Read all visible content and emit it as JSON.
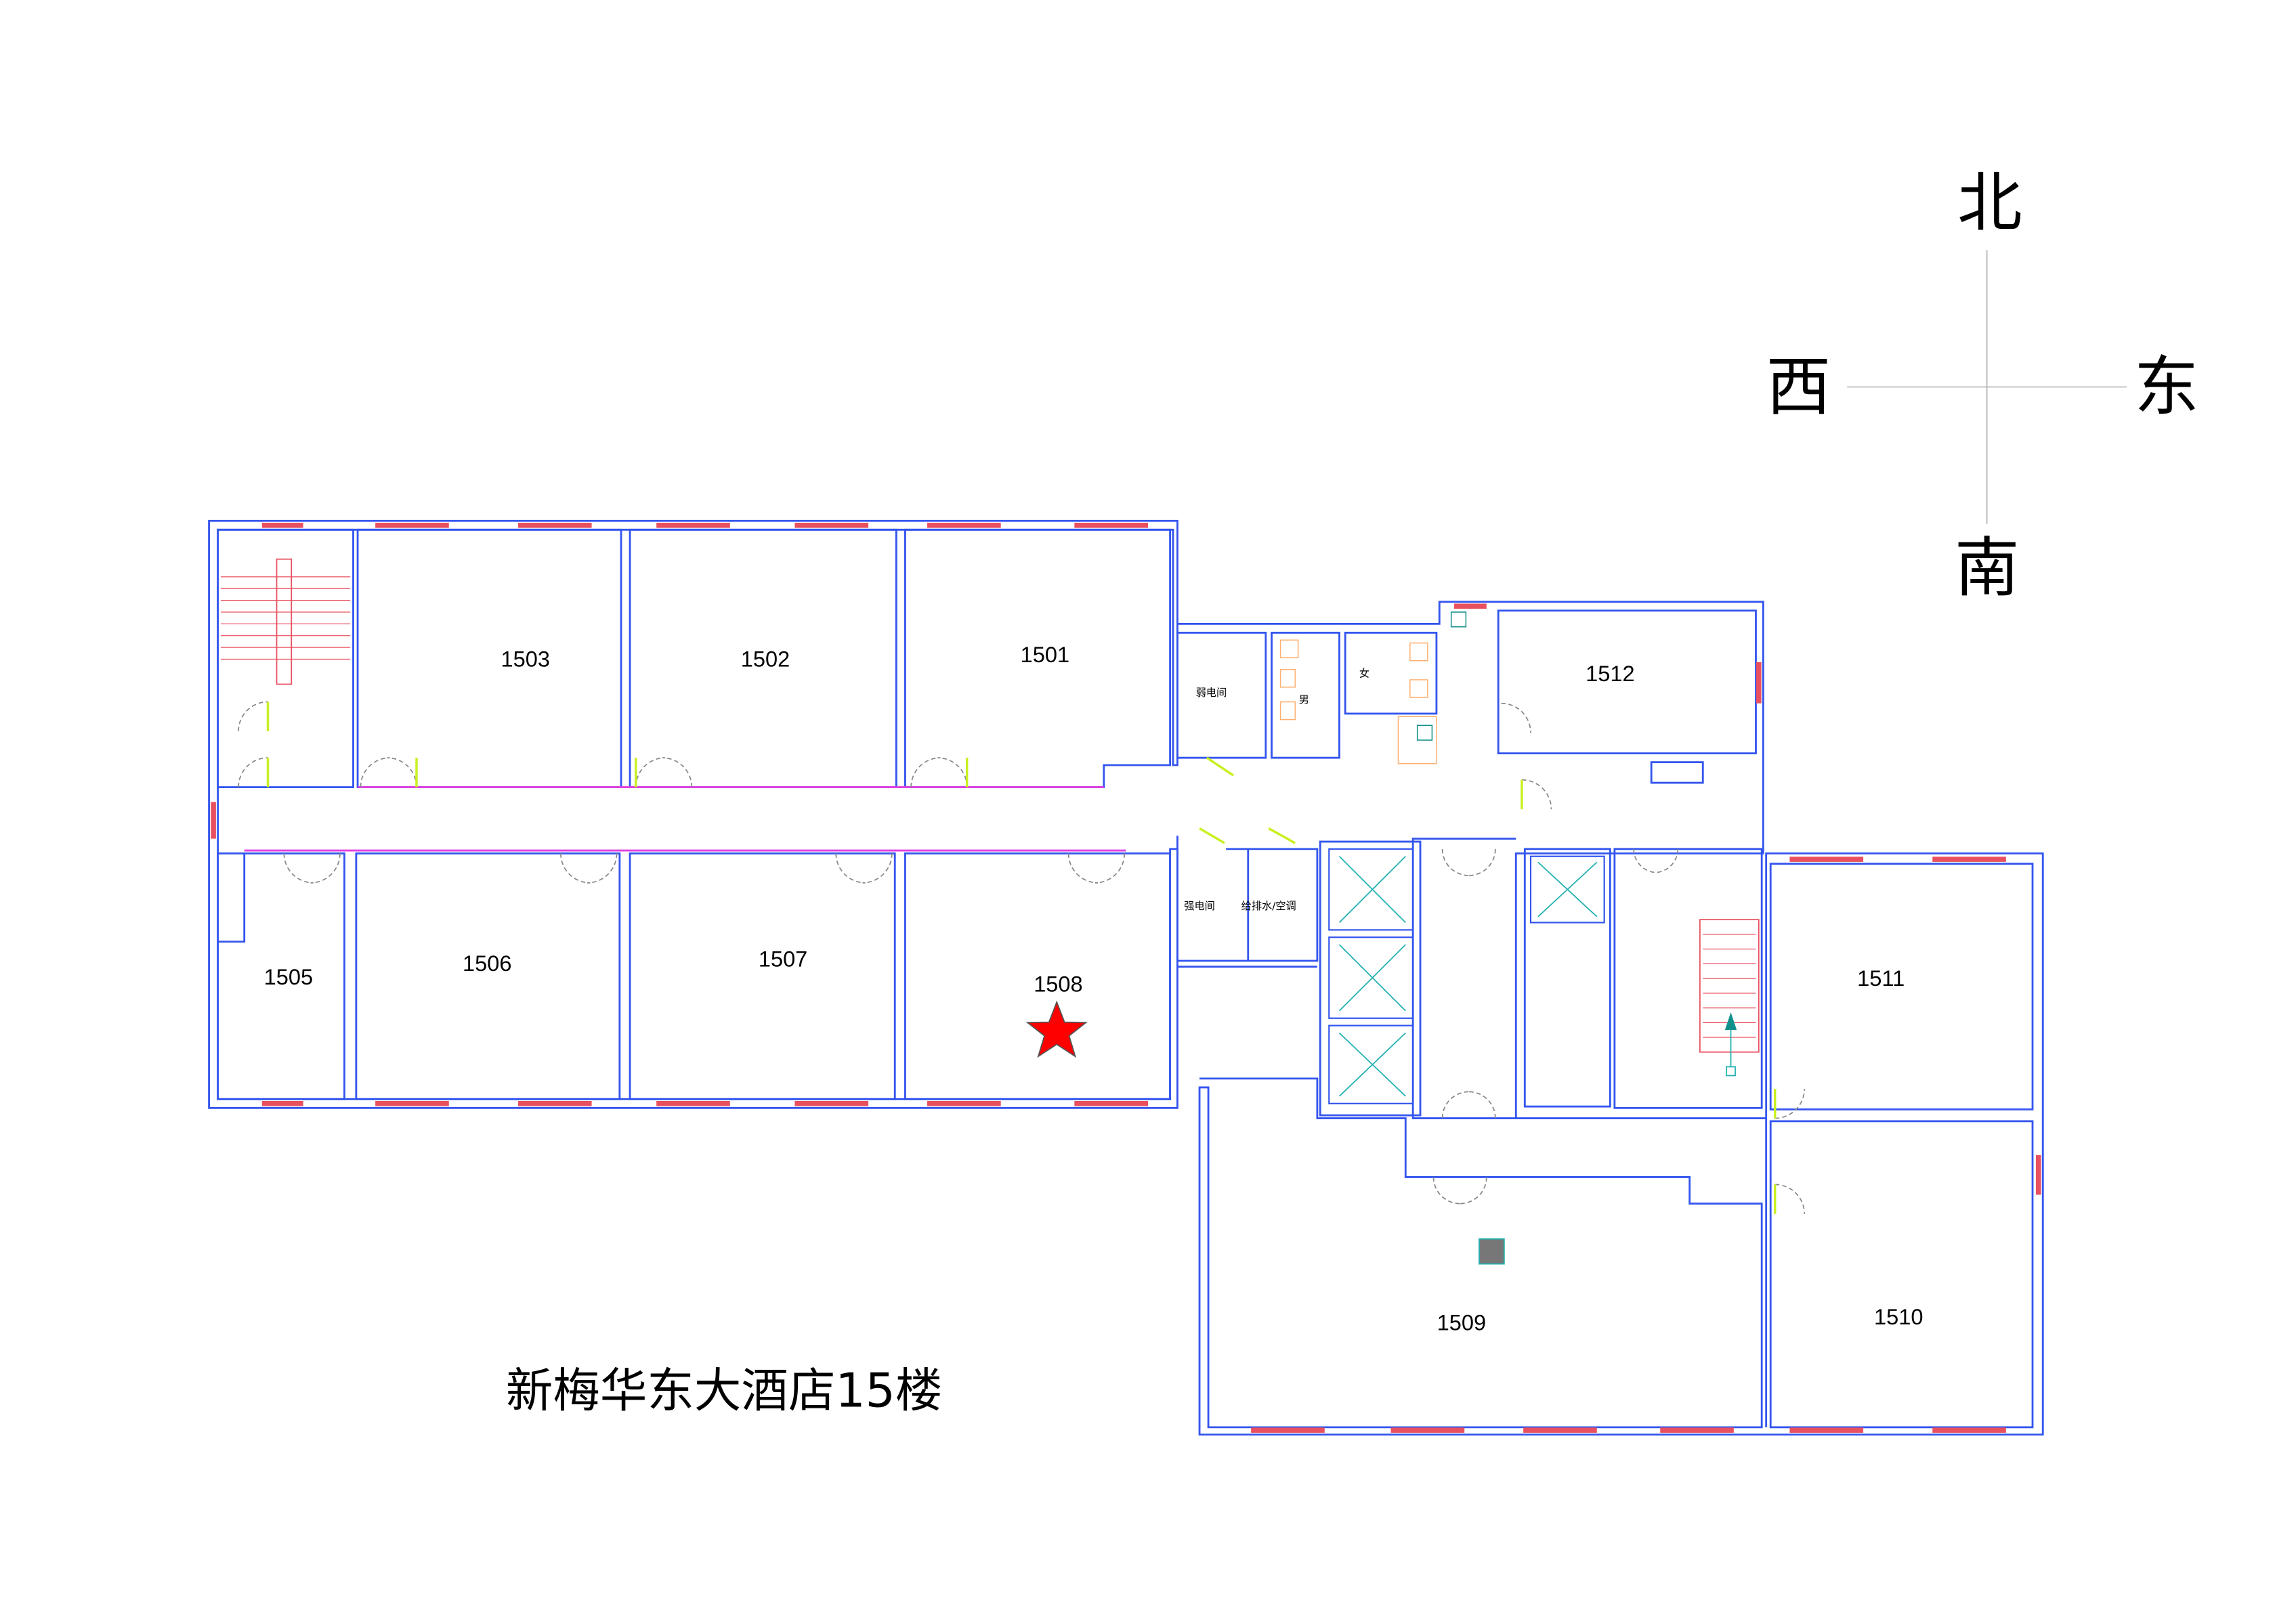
{
  "title": "新梅华东大酒店15楼",
  "compass": {
    "north": "北",
    "south": "南",
    "west": "西",
    "east": "东"
  },
  "rooms": {
    "r1501": "1501",
    "r1502": "1502",
    "r1503": "1503",
    "r1505": "1505",
    "r1506": "1506",
    "r1507": "1507",
    "r1508": "1508",
    "r1509": "1509",
    "r1510": "1510",
    "r1511": "1511",
    "r1512": "1512"
  },
  "utility_labels": {
    "weak_current": "弱电间",
    "male": "男",
    "female": "女",
    "strong_current": "强电间",
    "plumbing_hvac": "给排水/空调"
  },
  "marker": {
    "type": "star",
    "room": "1508",
    "color": "#ff0000"
  },
  "colors": {
    "wall": "#3355ee",
    "window": "#e85060",
    "door_leaf": "#c8f020",
    "partition": "#e040e0"
  }
}
